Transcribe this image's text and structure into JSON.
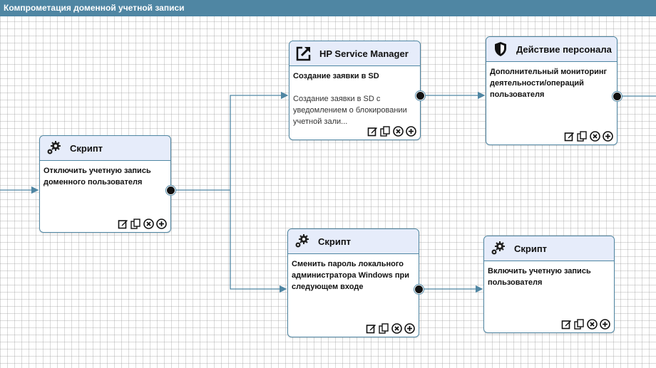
{
  "window": {
    "title": "Компрометация доменной учетной записи"
  },
  "nodes": [
    {
      "id": "n1",
      "type": "Скрипт",
      "subtitle": "Отключить учетную запись доменного пользователя",
      "description": ""
    },
    {
      "id": "n2",
      "type": "HP Service Manager",
      "subtitle": "Создание заявки в SD",
      "description": "Создание заявки в SD с уведомлением о блокировании учетной зали..."
    },
    {
      "id": "n3",
      "type": "Действие персонала",
      "subtitle": "Дополнительный мониторинг деятельности/операций пользователя",
      "description": ""
    },
    {
      "id": "n4",
      "type": "Скрипт",
      "subtitle": "Сменить пароль локального администратора Windows при следующем входе",
      "description": ""
    },
    {
      "id": "n5",
      "type": "Скрипт",
      "subtitle": "Включить учетную запись пользователя",
      "description": ""
    }
  ],
  "icons": {
    "script": "gears-icon",
    "service_manager": "external-link-icon",
    "personnel": "shield-icon",
    "actions": [
      "edit-icon",
      "copy-icon",
      "delete-icon",
      "add-icon"
    ]
  },
  "colors": {
    "accent": "#4f86a3",
    "header_bg": "#e6ecfa"
  }
}
